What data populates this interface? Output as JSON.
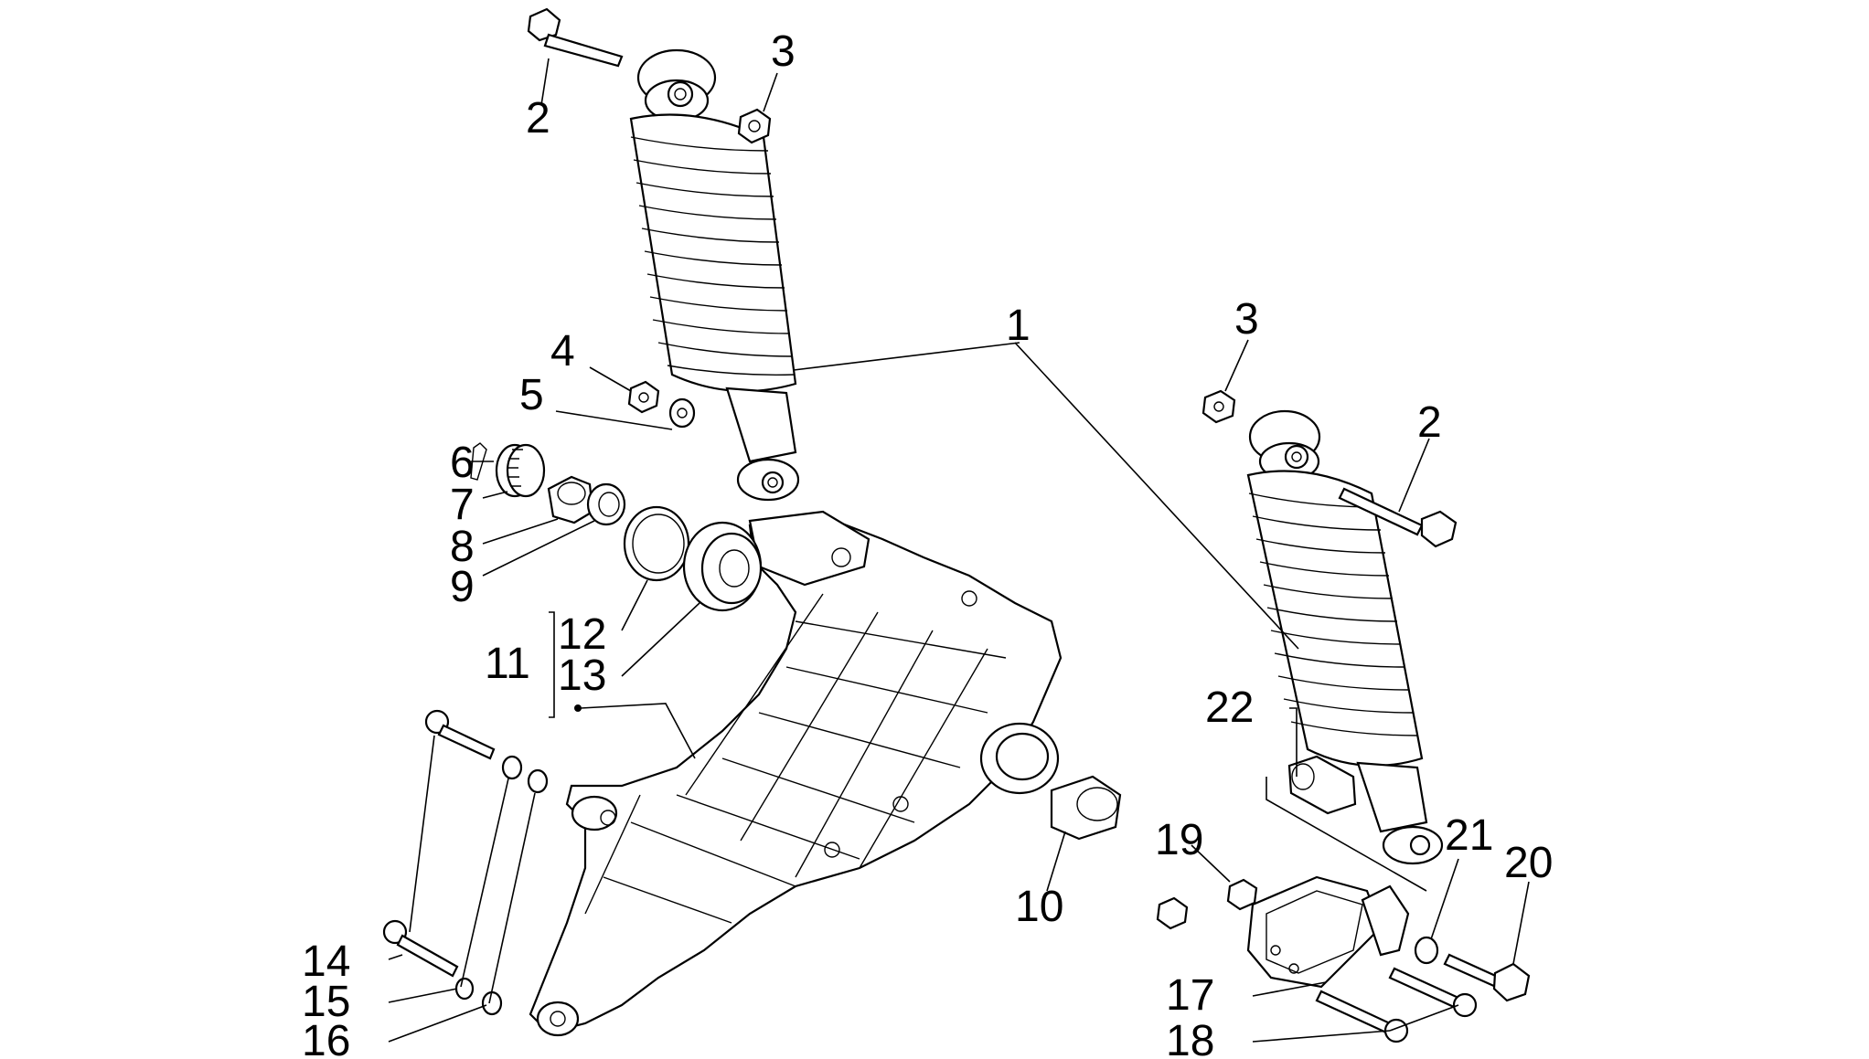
{
  "diagram": {
    "labels": {
      "l1": "1",
      "l2a": "2",
      "l2b": "2",
      "l3a": "3",
      "l3b": "3",
      "l4": "4",
      "l5": "5",
      "l6": "6",
      "l7": "7",
      "l8": "8",
      "l9": "9",
      "l10": "10",
      "l11": "11",
      "l12": "12",
      "l13": "13",
      "l14": "14",
      "l15": "15",
      "l16": "16",
      "l17": "17",
      "l18": "18",
      "l19": "19",
      "l20": "20",
      "l21": "21",
      "l22": "22"
    },
    "parts": [
      {
        "id": "left-shock-absorber"
      },
      {
        "id": "right-shock-absorber"
      },
      {
        "id": "swing-arm-bracket"
      },
      {
        "id": "roller-bearing"
      },
      {
        "id": "bushing"
      },
      {
        "id": "washers"
      },
      {
        "id": "circlip"
      },
      {
        "id": "ball-bearing"
      },
      {
        "id": "silent-block-bushing"
      },
      {
        "id": "bolts"
      },
      {
        "id": "nuts"
      },
      {
        "id": "shock-mount-bracket"
      }
    ]
  }
}
